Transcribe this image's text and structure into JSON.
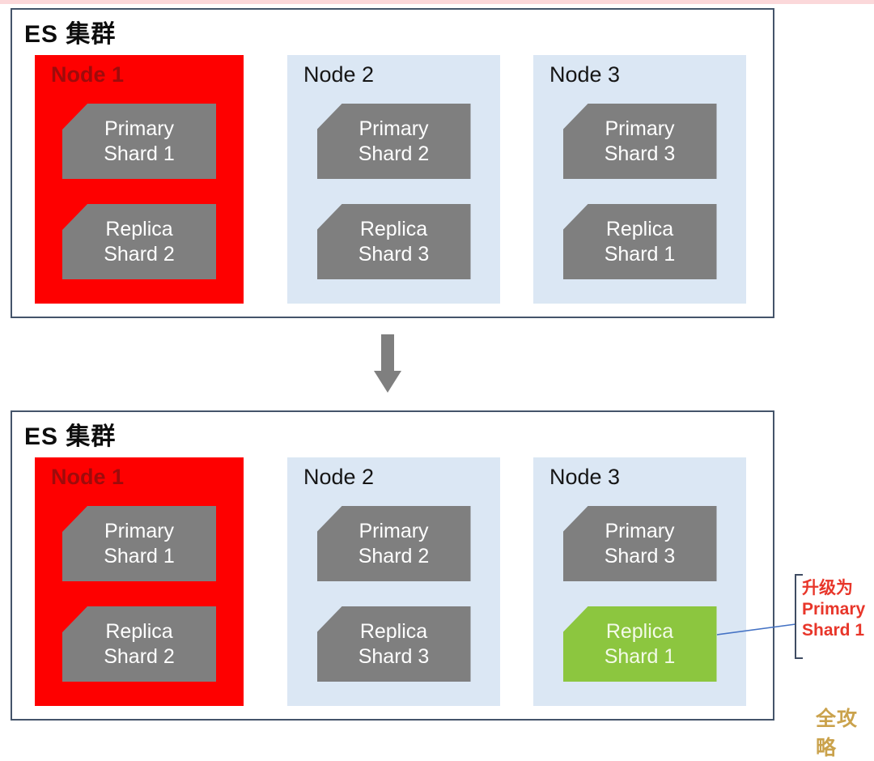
{
  "colors": {
    "top_strip": "#fbd8da",
    "cluster_border": "#44546a",
    "node_red_bg": "#fe0000",
    "node_red_title": "#9e0b0b",
    "node_blue_bg": "#dbe7f4",
    "shard_gray": "#7f7f7f",
    "shard_green": "#8cc63f",
    "shard_text": "#ffffff",
    "arrow_gray": "#7f7f7f",
    "connector_blue": "#4472c4",
    "bracket_color": "#3f4c63",
    "annotation_red": "#e8362a",
    "watermark_gold": "#c89e43"
  },
  "clusters": [
    {
      "title": "ES 集群",
      "nodes": [
        {
          "name": "Node 1",
          "shards": [
            {
              "line1": "Primary",
              "line2": "Shard 1"
            },
            {
              "line1": "Replica",
              "line2": "Shard 2"
            }
          ]
        },
        {
          "name": "Node 2",
          "shards": [
            {
              "line1": "Primary",
              "line2": "Shard 2"
            },
            {
              "line1": "Replica",
              "line2": "Shard 3"
            }
          ]
        },
        {
          "name": "Node 3",
          "shards": [
            {
              "line1": "Primary",
              "line2": "Shard 3"
            },
            {
              "line1": "Replica",
              "line2": "Shard 1"
            }
          ]
        }
      ]
    },
    {
      "title": "ES 集群",
      "nodes": [
        {
          "name": "Node 1",
          "shards": [
            {
              "line1": "Primary",
              "line2": "Shard 1"
            },
            {
              "line1": "Replica",
              "line2": "Shard 2"
            }
          ]
        },
        {
          "name": "Node 2",
          "shards": [
            {
              "line1": "Primary",
              "line2": "Shard 2"
            },
            {
              "line1": "Replica",
              "line2": "Shard 3"
            }
          ]
        },
        {
          "name": "Node 3",
          "shards": [
            {
              "line1": "Primary",
              "line2": "Shard 3"
            },
            {
              "line1": "Replica",
              "line2": "Shard 1"
            }
          ]
        }
      ]
    }
  ],
  "annotation": {
    "line1": "升级为",
    "line2": "Primary",
    "line3": "Shard 1"
  },
  "watermark": "全攻略"
}
